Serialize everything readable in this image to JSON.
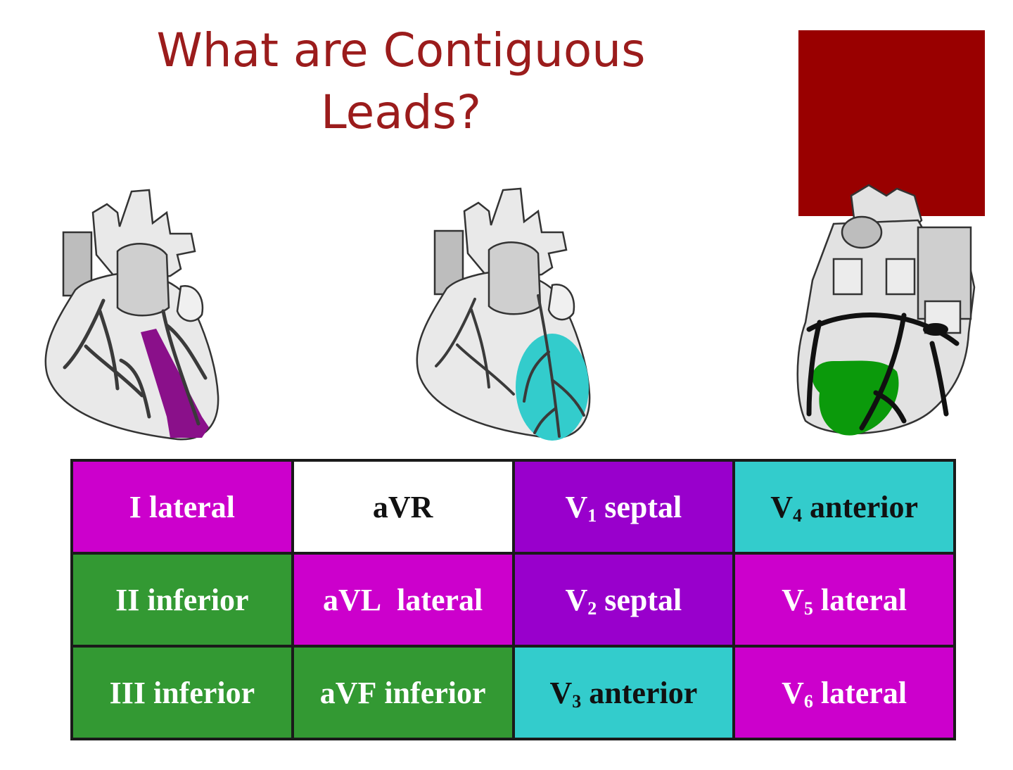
{
  "title": {
    "line1": "What are Contiguous",
    "line2": "Leads?"
  },
  "colors": {
    "title": "#9b1c1c",
    "corner_block": "#990000",
    "lateral": "#cc00cc",
    "septal": "#9900cc",
    "anterior": "#33cccc",
    "inferior": "#339933",
    "neutral": "#ffffff"
  },
  "hearts": [
    {
      "name": "heart-anterior-view-lateral",
      "highlight": "#8a108a",
      "icon": "heart-icon"
    },
    {
      "name": "heart-anterior-view-anterior",
      "highlight": "#33cccc",
      "icon": "heart-icon"
    },
    {
      "name": "heart-posterior-view-inferior",
      "highlight": "#0b9a0b",
      "icon": "heart-icon"
    }
  ],
  "table": {
    "rows": [
      [
        {
          "lead": "I",
          "sub": "",
          "region": "lateral",
          "color": "#cc00cc"
        },
        {
          "lead": "aVR",
          "sub": "",
          "region": "",
          "color": "#ffffff",
          "dark": true
        },
        {
          "lead": "V",
          "sub": "1",
          "region": "septal",
          "color": "#9900cc"
        },
        {
          "lead": "V",
          "sub": "4",
          "region": "anterior",
          "color": "#33cccc",
          "dark": true
        }
      ],
      [
        {
          "lead": "II",
          "sub": "",
          "region": "inferior",
          "color": "#339933"
        },
        {
          "lead": "aVL",
          "sub": "",
          "region": " lateral",
          "color": "#cc00cc"
        },
        {
          "lead": "V",
          "sub": "2",
          "region": "septal",
          "color": "#9900cc"
        },
        {
          "lead": "V",
          "sub": "5",
          "region": "lateral",
          "color": "#cc00cc"
        }
      ],
      [
        {
          "lead": "III",
          "sub": "",
          "region": "inferior",
          "color": "#339933"
        },
        {
          "lead": "aVF",
          "sub": "",
          "region": "inferior",
          "color": "#339933"
        },
        {
          "lead": "V",
          "sub": "3",
          "region": "anterior",
          "color": "#33cccc",
          "dark": true
        },
        {
          "lead": "V",
          "sub": "6",
          "region": "lateral",
          "color": "#cc00cc"
        }
      ]
    ]
  }
}
